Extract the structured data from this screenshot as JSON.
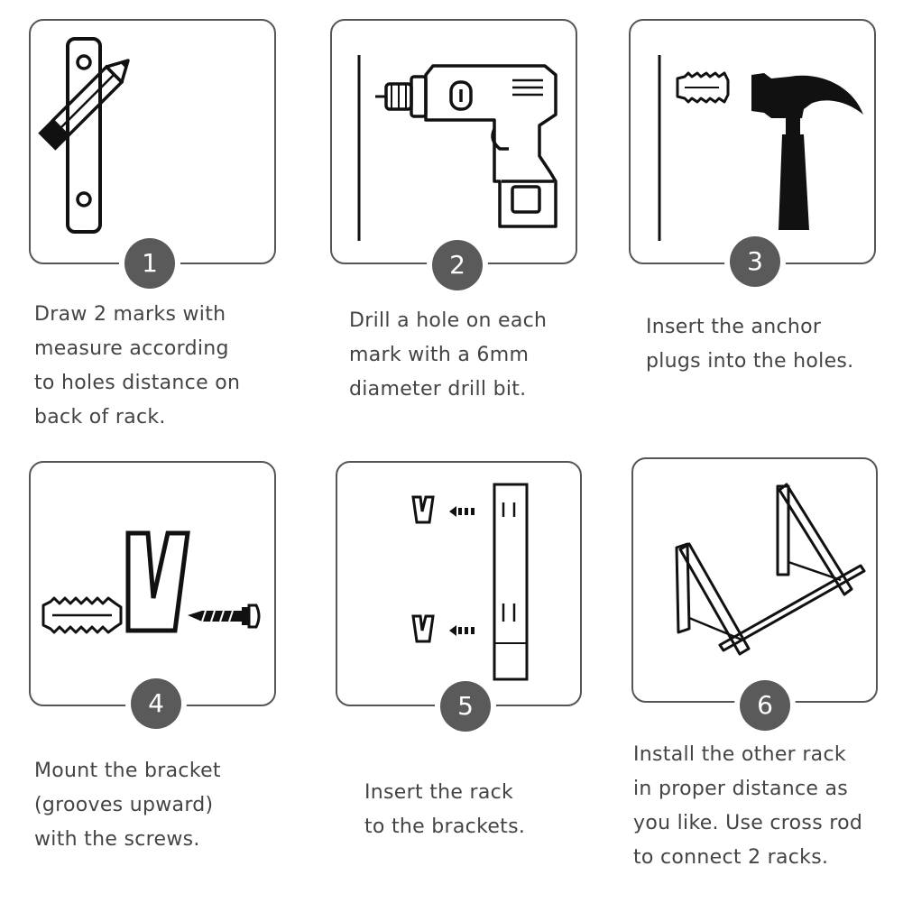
{
  "steps": [
    {
      "number": "1",
      "lines": [
        "Draw 2 marks with",
        "measure according",
        "to holes distance on",
        "back of rack."
      ]
    },
    {
      "number": "2",
      "lines": [
        "Drill a hole on each",
        "mark with a 6mm",
        "diameter drill bit."
      ]
    },
    {
      "number": "3",
      "lines": [
        "Insert the anchor",
        "plugs into the holes."
      ]
    },
    {
      "number": "4",
      "lines": [
        "Mount the bracket",
        "(grooves upward)",
        "with the screws."
      ]
    },
    {
      "number": "5",
      "lines": [
        "Insert the rack",
        "to the brackets."
      ]
    },
    {
      "number": "6",
      "lines": [
        "Install the other rack",
        "in proper distance as",
        "you like. Use cross rod",
        "to connect 2 racks."
      ]
    }
  ],
  "colors": {
    "border": "#555555",
    "badge": "#5a5a5a",
    "text": "#444444",
    "ink": "#111111"
  },
  "icons": {
    "step1": [
      "bracket-icon",
      "pencil-icon"
    ],
    "step2": [
      "wall-line-icon",
      "drill-icon"
    ],
    "step3": [
      "wall-line-icon",
      "anchor-plug-icon",
      "hammer-icon"
    ],
    "step4": [
      "anchor-plug-icon",
      "bracket-icon",
      "screw-icon"
    ],
    "step5": [
      "bracket-icon",
      "arrow-left-icon",
      "rack-icon"
    ],
    "step6": [
      "rack-assembly-icon"
    ]
  }
}
